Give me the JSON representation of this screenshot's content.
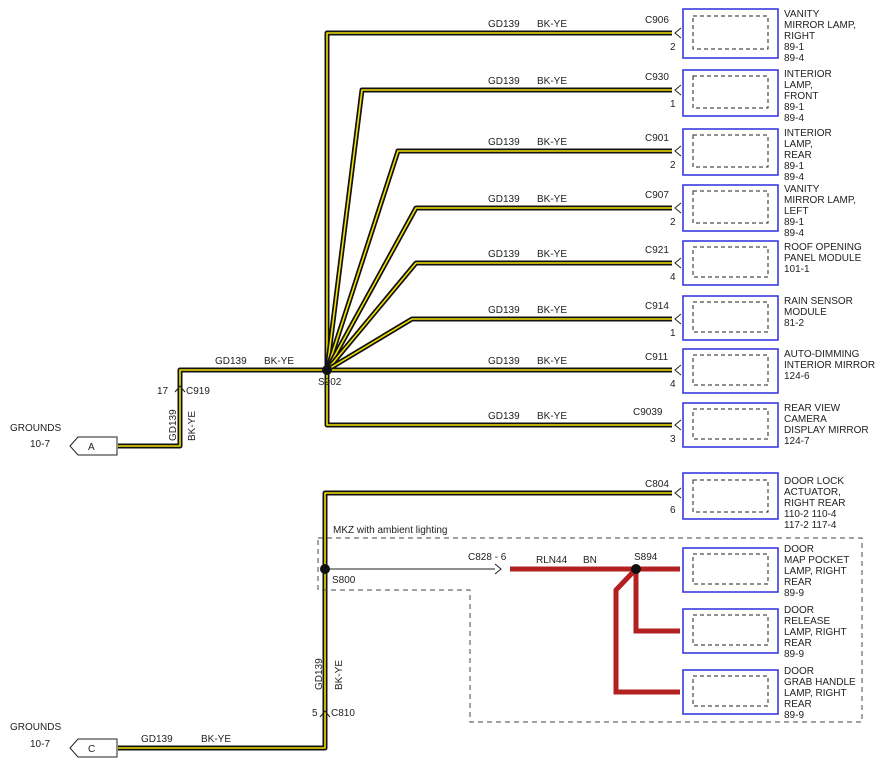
{
  "top": {
    "wire": {
      "gd": "GD139",
      "color": "BK-YE"
    },
    "splice": "S902",
    "connector_main": {
      "name": "C919",
      "pin": "17"
    },
    "ground": {
      "label": "GROUNDS",
      "page": "10-7",
      "tag": "A"
    },
    "branches": [
      {
        "connector": "C906",
        "pin": "2",
        "text": [
          "VANITY",
          "MIRROR LAMP,",
          "RIGHT",
          "89-1",
          "89-4"
        ]
      },
      {
        "connector": "C930",
        "pin": "1",
        "text": [
          "INTERIOR",
          "LAMP,",
          "FRONT",
          "89-1",
          "89-4"
        ]
      },
      {
        "connector": "C901",
        "pin": "2",
        "text": [
          "INTERIOR",
          "LAMP,",
          "REAR",
          "89-1",
          "89-4"
        ]
      },
      {
        "connector": "C907",
        "pin": "2",
        "text": [
          "VANITY",
          "MIRROR LAMP,",
          "LEFT",
          "89-1",
          "89-4"
        ]
      },
      {
        "connector": "C921",
        "pin": "4",
        "text": [
          "ROOF OPENING",
          "PANEL MODULE",
          "101-1"
        ]
      },
      {
        "connector": "C914",
        "pin": "1",
        "text": [
          "RAIN SENSOR",
          "MODULE",
          "81-2"
        ]
      },
      {
        "connector": "C911",
        "pin": "4",
        "text": [
          "AUTO-DIMMING",
          "INTERIOR MIRROR",
          "124-6"
        ]
      },
      {
        "connector": "C9039",
        "pin": "3",
        "text": [
          "REAR VIEW",
          "CAMERA",
          "DISPLAY MIRROR",
          "124-7"
        ]
      }
    ]
  },
  "bottom": {
    "door_lock": {
      "connector": "C804",
      "pin": "6",
      "text": [
        "DOOR LOCK",
        "ACTUATOR,",
        "RIGHT REAR",
        "110-2    110-4",
        "117-2    117-4"
      ]
    },
    "option_label": "MKZ with ambient lighting",
    "splice_s800": "S800",
    "connector_c828": "C828 - 6",
    "red_wire": {
      "gd": "RLN44",
      "color": "BN"
    },
    "splice_s894": "S894",
    "lamps": [
      {
        "text": [
          "DOOR",
          "MAP POCKET",
          "LAMP, RIGHT",
          "REAR",
          "89-9"
        ]
      },
      {
        "text": [
          "DOOR",
          "RELEASE",
          "LAMP, RIGHT",
          "REAR",
          "89-9"
        ]
      },
      {
        "text": [
          "DOOR",
          "GRAB HANDLE",
          "LAMP, RIGHT",
          "REAR",
          "89-9"
        ]
      }
    ],
    "wire": {
      "gd": "GD139",
      "color": "BK-YE"
    },
    "connector_main": {
      "name": "C810",
      "pin": "5"
    },
    "ground": {
      "label": "GROUNDS",
      "page": "10-7",
      "tag": "C"
    }
  }
}
